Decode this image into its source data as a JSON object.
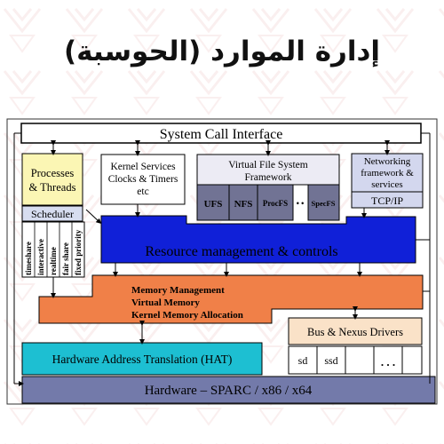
{
  "heading": "إدارة الموارد (الحوسبة)",
  "colors": {
    "system_call": "#ffffff",
    "processes": "#fbf6b4",
    "scheduler": "#d7ddf0",
    "vfs_header": "#ecebf4",
    "fs_dark": "#717394",
    "networking": "#d3d7ee",
    "resource": "#1020d8",
    "memory": "#f08048",
    "bus": "#fae2c8",
    "hat": "#1dbfd2",
    "hardware": "#737aaa",
    "watermark": "#e6a0a0"
  },
  "diagram": {
    "system_call_interface": "System Call Interface",
    "processes_threads": [
      "Processes",
      "& Threads"
    ],
    "scheduler": "Scheduler",
    "scheduling_classes": [
      "timeshare",
      "interactive",
      "realtime",
      "fair share",
      "fixed priority"
    ],
    "kernel_services": [
      "Kernel Services",
      "Clocks & Timers",
      "etc"
    ],
    "vfs": [
      "Virtual File System",
      "Framework"
    ],
    "filesystems": [
      "UFS",
      "NFS",
      "ProcFS",
      "• •",
      "SpecFS"
    ],
    "networking": [
      "Networking",
      "framework &",
      "services"
    ],
    "tcpip": "TCP/IP",
    "resource_management": "Resource management & controls",
    "memory": [
      "Memory Management",
      "Virtual Memory",
      "Kernel Memory Allocation"
    ],
    "bus_drivers": "Bus & Nexus Drivers",
    "drivers": [
      "sd",
      "ssd",
      ". . ."
    ],
    "hat": "Hardware Address Translation (HAT)",
    "hardware": "Hardware – SPARC / x86 / x64"
  }
}
